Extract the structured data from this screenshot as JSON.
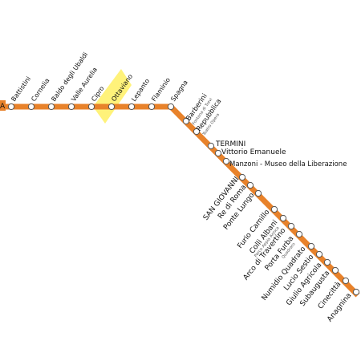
{
  "map": {
    "line_color": "#e8822a",
    "line_edge_color": "#c9641a",
    "highlight_color": "#fff27a",
    "terminal_marker_label": "A",
    "highlighted_station": "Ottaviano",
    "stations": [
      {
        "name": "Battistini",
        "sub": ""
      },
      {
        "name": "Cornelia",
        "sub": ""
      },
      {
        "name": "Baldo degli Ubaldi",
        "sub": ""
      },
      {
        "name": "Valle Aurelia",
        "sub": ""
      },
      {
        "name": "Cipro",
        "sub": ""
      },
      {
        "name": "Ottaviano",
        "sub": ""
      },
      {
        "name": "Lepanto",
        "sub": ""
      },
      {
        "name": "Flaminio",
        "sub": ""
      },
      {
        "name": "Spagna",
        "sub": ""
      },
      {
        "name": "Barberini",
        "sub": "Fontana di Trevi"
      },
      {
        "name": "Repubblica",
        "sub": "Teatro Opera"
      },
      {
        "name": "TERMINI",
        "sub": ""
      },
      {
        "name": "Vittorio Emanuele",
        "sub": ""
      },
      {
        "name": "Manzoni - Museo della Liberazione",
        "sub": ""
      },
      {
        "name": "SAN GIOVANNI",
        "sub": ""
      },
      {
        "name": "Re di Roma",
        "sub": ""
      },
      {
        "name": "Ponte Lungo",
        "sub": ""
      },
      {
        "name": "Furio Camillo",
        "sub": ""
      },
      {
        "name": "Colli Albani",
        "sub": "Parco Appia Antica"
      },
      {
        "name": "Arco di Travertino",
        "sub": ""
      },
      {
        "name": "Porta Furba",
        "sub": "Quadraro"
      },
      {
        "name": "Numidio Quadrato",
        "sub": ""
      },
      {
        "name": "Lucio Sestio",
        "sub": ""
      },
      {
        "name": "Giulio Agricola",
        "sub": ""
      },
      {
        "name": "Subaugusta",
        "sub": ""
      },
      {
        "name": "Cinecittà",
        "sub": ""
      },
      {
        "name": "Anagnina",
        "sub": ""
      }
    ]
  }
}
